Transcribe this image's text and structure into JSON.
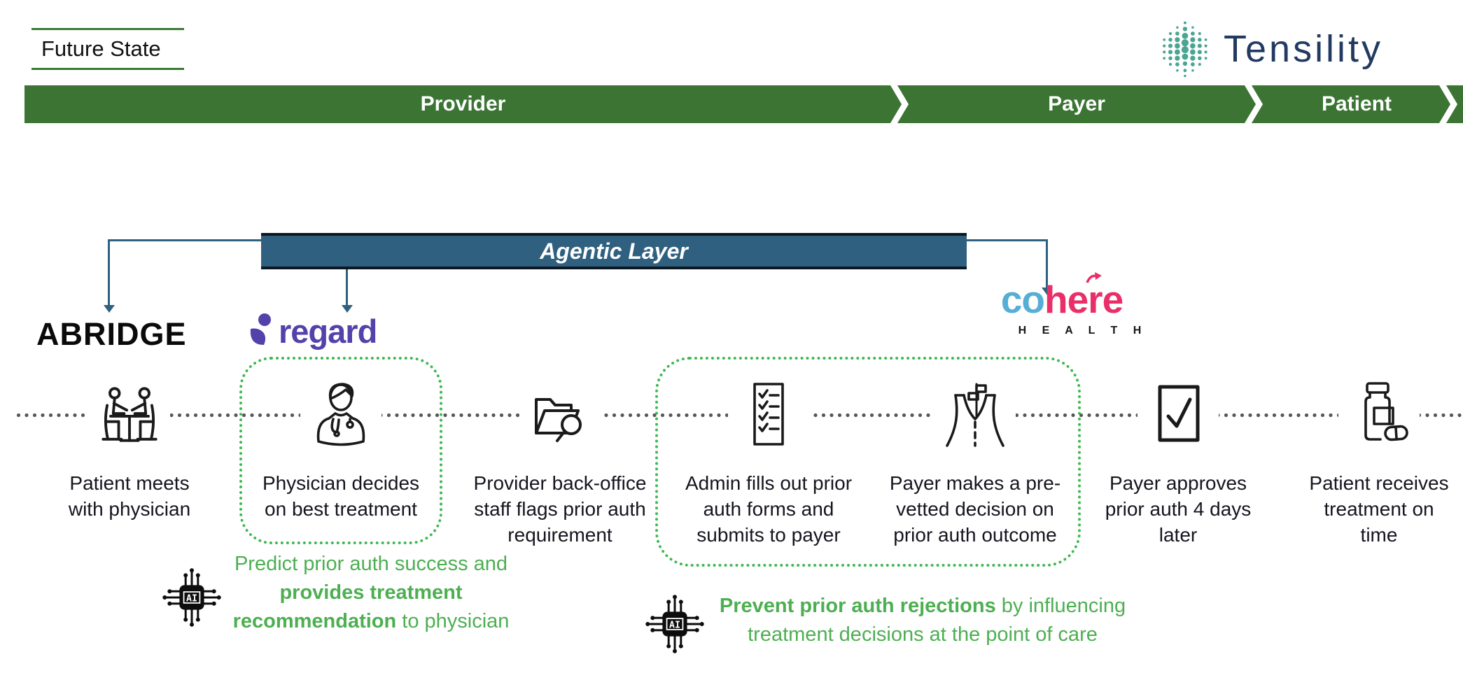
{
  "header": {
    "state_label": "Future State",
    "banner_segments": [
      {
        "label": "Provider"
      },
      {
        "label": "Payer"
      },
      {
        "label": "Patient"
      }
    ],
    "brand": {
      "name": "Tensility"
    }
  },
  "agentic_layer": {
    "label": "Agentic Layer"
  },
  "vendors": {
    "abridge": {
      "name": "ABRIDGE"
    },
    "regard": {
      "name": "regard"
    },
    "cohere": {
      "name_part1": "co",
      "name_part2": "here",
      "subtitle": "H E A L T H"
    }
  },
  "steps": [
    {
      "icon": "patient-meeting-icon",
      "caption": "Patient meets\nwith physician"
    },
    {
      "icon": "physician-icon",
      "caption": "Physician decides\non best treatment",
      "highlighted": true
    },
    {
      "icon": "folder-search-icon",
      "caption": "Provider back-office\nstaff flags prior auth\nrequirement"
    },
    {
      "icon": "checklist-icon",
      "caption": "Admin fills out prior\nauth forms and\nsubmits to payer",
      "highlighted": true
    },
    {
      "icon": "fork-road-dollar-icon",
      "caption": "Payer makes a pre-\nvetted decision on\nprior auth outcome",
      "highlighted": true
    },
    {
      "icon": "checkbox-icon",
      "caption": "Payer approves\nprior auth 4 days\nlater"
    },
    {
      "icon": "pill-bottle-icon",
      "caption": "Patient receives\ntreatment on\ntime"
    }
  ],
  "annotations": [
    {
      "line1": "Predict prior auth success and",
      "line2_bold": "provides treatment",
      "line3_bold": "recommendation",
      "line3_rest": " to physician"
    },
    {
      "line1_bold": "Prevent prior auth rejections",
      "line1_rest": " by influencing",
      "line2": "treatment decisions at the point of care"
    }
  ],
  "colors": {
    "banner_green": "#3b7433",
    "dashed_green": "#3db84f",
    "annotation_green": "#4daf52",
    "agentic_blue": "#30607f",
    "connector_blue": "#2e6080",
    "regard_purple": "#5242ab",
    "cohere_blue": "#55aed6",
    "cohere_pink": "#ea2e68",
    "tensility_navy": "#223a61",
    "tensility_teal": "#4aa592"
  }
}
